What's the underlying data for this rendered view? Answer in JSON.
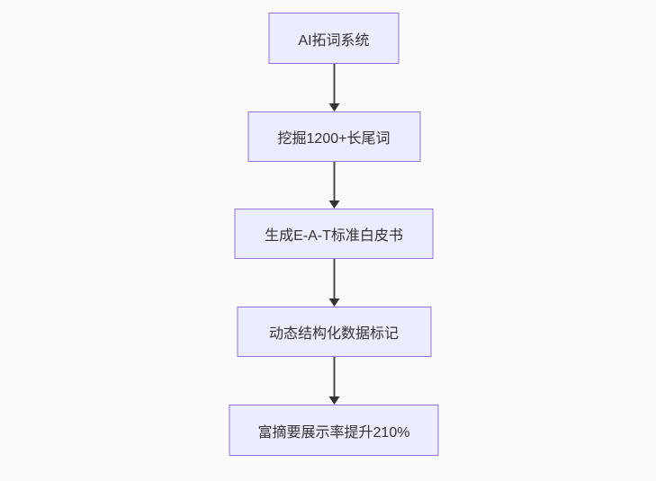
{
  "diagram": {
    "type": "flowchart",
    "direction": "top-down",
    "colors": {
      "node_fill": "#ECECFF",
      "node_border": "#9370DB",
      "arrow": "#333333",
      "text": "#333333",
      "background": "#fafafa"
    },
    "nodes": [
      {
        "label": "AI拓词系统"
      },
      {
        "label": "挖掘1200+长尾词"
      },
      {
        "label": "生成E-A-T标准白皮书"
      },
      {
        "label": "动态结构化数据标记"
      },
      {
        "label": "富摘要展示率提升210%"
      }
    ],
    "edges": [
      {
        "from": "AI拓词系统",
        "to": "挖掘1200+长尾词"
      },
      {
        "from": "挖掘1200+长尾词",
        "to": "生成E-A-T标准白皮书"
      },
      {
        "from": "生成E-A-T标准白皮书",
        "to": "动态结构化数据标记"
      },
      {
        "from": "动态结构化数据标记",
        "to": "富摘要展示率提升210%"
      }
    ]
  }
}
